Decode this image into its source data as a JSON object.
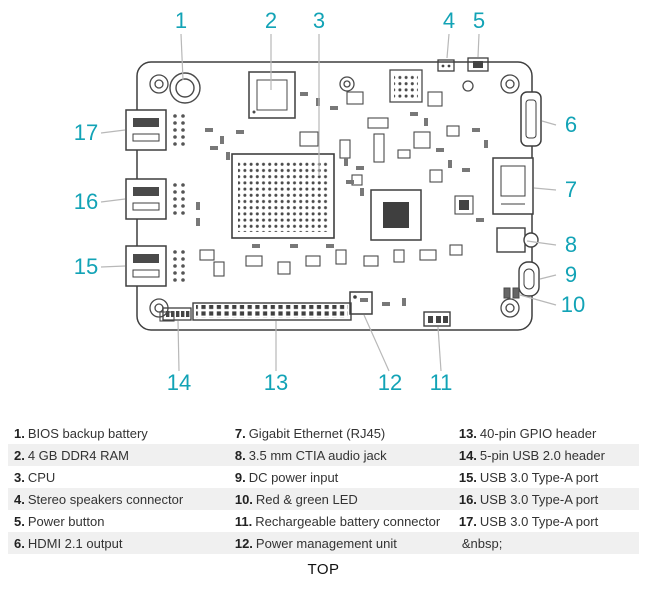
{
  "colors": {
    "accent": "#12a3b6",
    "leader_line": "#b8b8b8",
    "board_outline": "#3f3f3f",
    "row_stripe": "#f0f0f0"
  },
  "callouts": {
    "c1": "1",
    "c2": "2",
    "c3": "3",
    "c4": "4",
    "c5": "5",
    "c6": "6",
    "c7": "7",
    "c8": "8",
    "c9": "9",
    "c10": "10",
    "c11": "11",
    "c12": "12",
    "c13": "13",
    "c14": "14",
    "c15": "15",
    "c16": "16",
    "c17": "17"
  },
  "legend": {
    "rows": [
      [
        {
          "num": "1.",
          "text": "BIOS backup battery"
        },
        {
          "num": "7.",
          "text": "Gigabit Ethernet (RJ45)"
        },
        {
          "num": "13.",
          "text": "40-pin GPIO header"
        }
      ],
      [
        {
          "num": "2.",
          "text": "4 GB DDR4 RAM"
        },
        {
          "num": "8.",
          "text": "3.5 mm CTIA audio jack"
        },
        {
          "num": "14.",
          "text": "5-pin USB 2.0 header"
        }
      ],
      [
        {
          "num": "3.",
          "text": "CPU"
        },
        {
          "num": "9.",
          "text": "DC power input"
        },
        {
          "num": "15.",
          "text": "USB 3.0 Type-A port"
        }
      ],
      [
        {
          "num": "4.",
          "text": "Stereo speakers connector"
        },
        {
          "num": "10.",
          "text": "Red & green LED"
        },
        {
          "num": "16.",
          "text": "USB 3.0 Type-A port"
        }
      ],
      [
        {
          "num": "5.",
          "text": "Power button"
        },
        {
          "num": "11.",
          "text": "Rechargeable battery connector"
        },
        {
          "num": "17.",
          "text": "USB 3.0 Type-A port"
        }
      ],
      [
        {
          "num": "6.",
          "text": "HDMI 2.1 output"
        },
        {
          "num": "12.",
          "text": "Power management unit"
        },
        {
          "num": "",
          "text": "&nbsp;"
        }
      ]
    ]
  },
  "footer": {
    "label": "TOP"
  }
}
